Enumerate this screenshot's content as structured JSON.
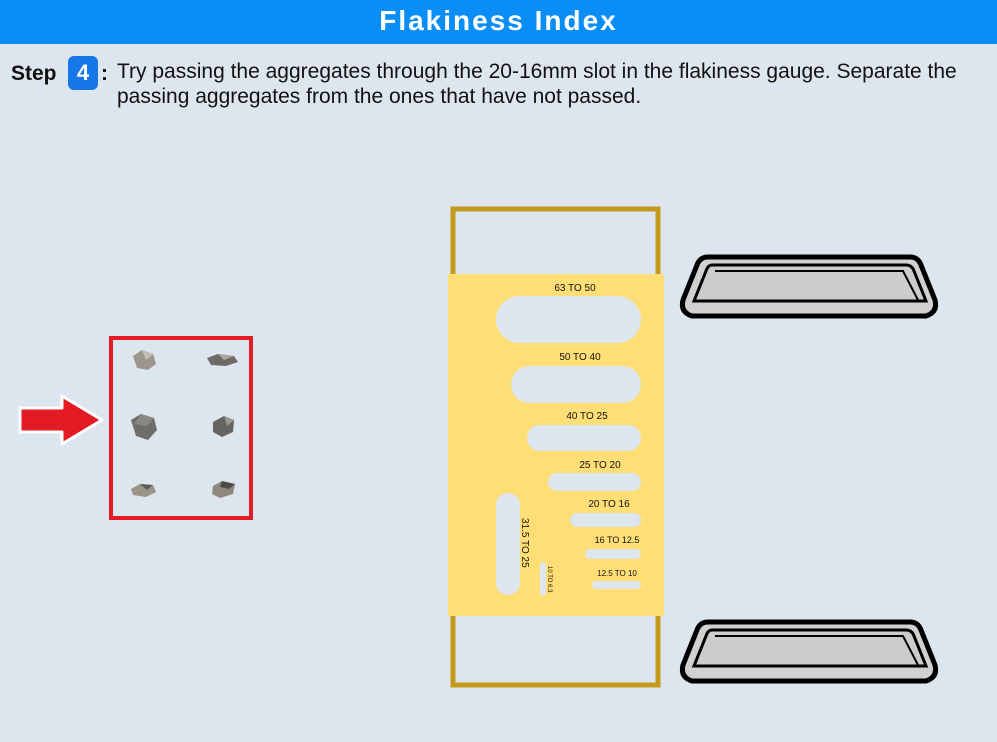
{
  "header": {
    "title": "Flakiness Index"
  },
  "step": {
    "label": "Step",
    "number": "4",
    "colon": ":",
    "instruction": "Try passing the aggregates through the 20-16mm slot in the flakiness gauge. Separate the passing aggregates from the ones that have not passed."
  },
  "gauge": {
    "slots": [
      "63 TO 50",
      "50 TO 40",
      "40 TO 25",
      "25 TO 20",
      "20 TO 16",
      "16 TO 12.5",
      "12.5 TO 10"
    ],
    "vertical_slot_large": "31.5 TO 25",
    "vertical_slot_small": "10 TO 6.3"
  },
  "aggregates": {
    "count": 6
  },
  "trays": {
    "count": 2
  },
  "colors": {
    "title_bar": "#0a8df5",
    "step_badge": "#1677e8",
    "gauge_body": "#ffde75",
    "gauge_frame": "#c49a1c",
    "highlight_box": "#e21b25",
    "arrow": "#e21b25"
  }
}
